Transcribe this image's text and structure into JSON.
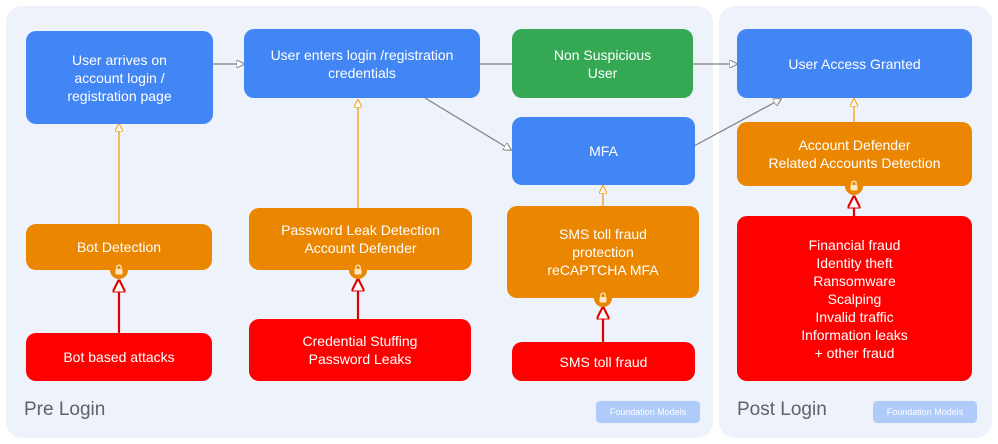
{
  "sections": {
    "pre_login": "Pre Login",
    "post_login": "Post Login"
  },
  "tags": {
    "pre": "Foundation Models",
    "post": "Foundation Models"
  },
  "nodes": {
    "user_arrives": "User arrives on\naccount login /\nregistration page",
    "user_enters": "User enters login /registration\ncredentials",
    "non_suspicious": "Non Suspicious\nUser",
    "access_granted": "User Access Granted",
    "mfa": "MFA",
    "bot_detection": "Bot Detection",
    "password_leak": "Password Leak Detection\nAccount Defender",
    "sms_protection": "SMS toll fraud\nprotection\nreCAPTCHA MFA",
    "account_defender": "Account Defender\nRelated Accounts Detection",
    "bot_attacks": "Bot based attacks",
    "credential_stuffing": "Credential Stuffing\nPassword Leaks",
    "sms_fraud": "SMS toll fraud",
    "fraud_list": "Financial fraud\nIdentity theft\nRansomware\nScalping\nInvalid traffic\nInformation leaks\n+ other fraud"
  },
  "colors": {
    "blue": "#4285f4",
    "green": "#34a853",
    "orange": "#ea8600",
    "red": "#ff0000",
    "panel": "#eef2fa",
    "connector": "#7f7f7f",
    "lock": "lock-icon"
  }
}
